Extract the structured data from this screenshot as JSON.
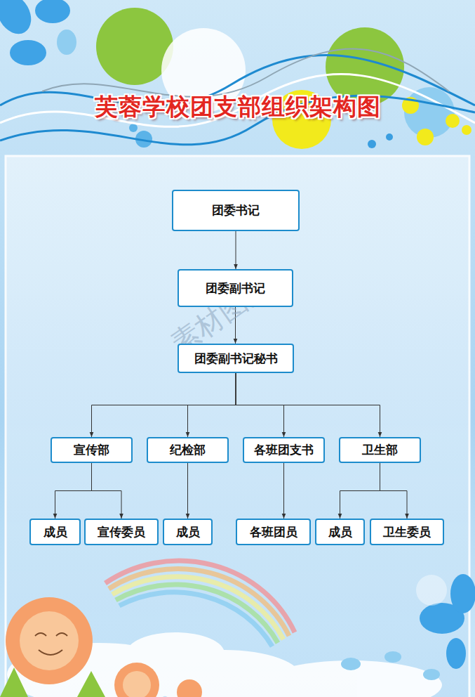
{
  "diagram": {
    "title": "芙蓉学校团支部组织架构图",
    "nodes": [
      {
        "text": [
          "团委书记"
        ]
      },
      {
        "text": [
          "团委副书记"
        ]
      },
      {
        "text": [
          "团委副书记秘书"
        ]
      },
      {
        "text": [
          "宣传部"
        ]
      },
      {
        "text": [
          "纪检部"
        ]
      },
      {
        "text": [
          "各班团支书"
        ]
      },
      {
        "text": [
          "卫生部"
        ]
      },
      {
        "text": [
          "成员"
        ]
      },
      {
        "text": [
          "宣传委员"
        ]
      },
      {
        "text": [
          "成员"
        ]
      },
      {
        "text": [
          "各班团员"
        ]
      },
      {
        "text": [
          "成员"
        ]
      },
      {
        "text": [
          "卫生委员"
        ]
      }
    ],
    "edges": [
      {
        "from": 0,
        "to": 1,
        "arrow": "to"
      },
      {
        "from": 1,
        "to": 2,
        "arrow": "to"
      },
      {
        "from": 2,
        "to": 3,
        "arrow": "to"
      },
      {
        "from": 2,
        "to": 4,
        "arrow": "to"
      },
      {
        "from": 2,
        "to": 5,
        "arrow": "to"
      },
      {
        "from": 2,
        "to": 6,
        "arrow": "to"
      },
      {
        "from": 3,
        "to": 7,
        "arrow": "to"
      },
      {
        "from": 3,
        "to": 8,
        "arrow": "to"
      },
      {
        "from": 4,
        "to": 9,
        "arrow": "to"
      },
      {
        "from": 5,
        "to": 10,
        "arrow": "to"
      },
      {
        "from": 6,
        "to": 11,
        "arrow": "to"
      },
      {
        "from": 6,
        "to": 12,
        "arrow": "to"
      }
    ],
    "labels": [
      "素材图库"
    ]
  }
}
